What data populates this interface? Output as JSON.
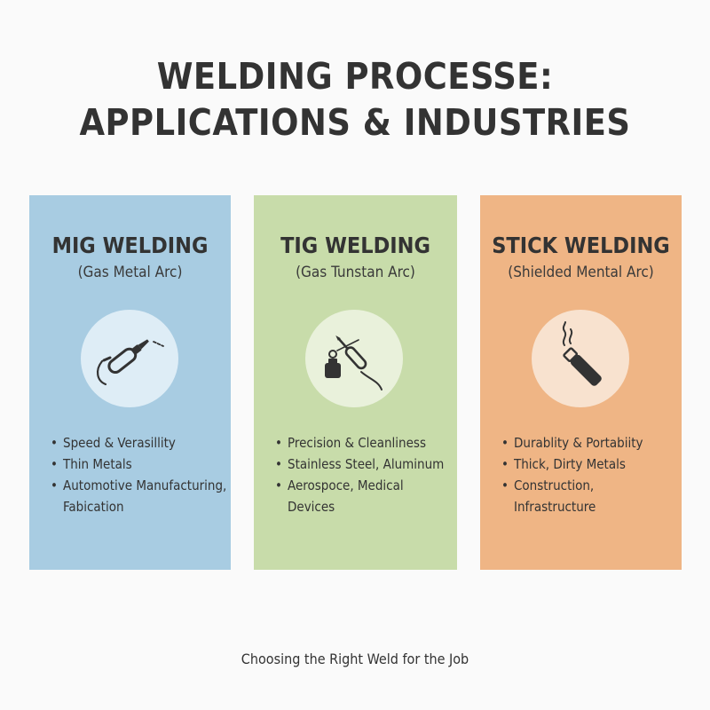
{
  "title": {
    "line1": "WELDING PROCESSE:",
    "line2": "APPLICATIONS & INDUSTRIES"
  },
  "cards": [
    {
      "heading": "MIG WELDING",
      "subtitle": "(Gas Metal Arc)",
      "icon": "mig-torch-icon",
      "bg_color": "#a8cce2",
      "circle_color": "#deedf6",
      "bullets": [
        "Speed & Verasillity",
        "Thin Metals",
        "Automotive Manufacturing, Fabication"
      ]
    },
    {
      "heading": "TIG WELDING",
      "subtitle": "(Gas Tunstan Arc)",
      "icon": "tig-torch-icon",
      "bg_color": "#c8dcaa",
      "circle_color": "#e9f1db",
      "bullets": [
        "Precision & Cleanliness",
        "Stainless Steel, Aluminum",
        "Aerospoce, Medical Devices"
      ]
    },
    {
      "heading": "STICK WELDING",
      "subtitle": "(Shielded Mental Arc)",
      "icon": "stick-electrode-icon",
      "bg_color": "#efb585",
      "circle_color": "#f8e2cf",
      "bullets": [
        "Durablity & Portabiity",
        "Thick, Dirty Metals",
        "Construction, Infrastructure"
      ]
    }
  ],
  "footer": "Choosing the Right Weld for the Job"
}
